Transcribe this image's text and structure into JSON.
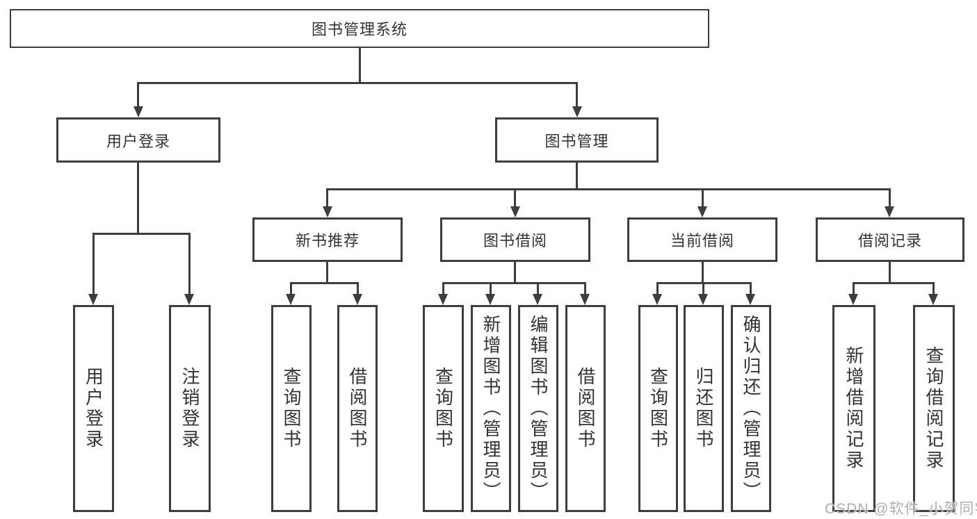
{
  "root": {
    "label": "图书管理系统"
  },
  "level2": [
    {
      "label": "用户登录"
    },
    {
      "label": "图书管理"
    }
  ],
  "level3": [
    {
      "label": "新书推荐"
    },
    {
      "label": "图书借阅"
    },
    {
      "label": "当前借阅"
    },
    {
      "label": "借阅记录"
    }
  ],
  "leaves": {
    "userLogin": [
      {
        "label": "用户登录"
      },
      {
        "label": "注销登录"
      }
    ],
    "newRec": [
      {
        "label": "查询图书"
      },
      {
        "label": "借阅图书"
      }
    ],
    "borrow": [
      {
        "label": "查询图书"
      },
      {
        "label": "新增图书（管理员）"
      },
      {
        "label": "编辑图书（管理员）"
      },
      {
        "label": "借阅图书"
      }
    ],
    "current": [
      {
        "label": "查询图书"
      },
      {
        "label": "归还图书"
      },
      {
        "label": "确认归还（管理员）"
      }
    ],
    "records": [
      {
        "label": "新增借阅记录"
      },
      {
        "label": "查询借阅记录"
      }
    ]
  },
  "watermark": {
    "text": "CSDN @软件_小贺同学"
  },
  "colors": {
    "line": "#3d3d3d",
    "text": "#333333",
    "watermark": "#aeaeae",
    "background": "#ffffff"
  }
}
